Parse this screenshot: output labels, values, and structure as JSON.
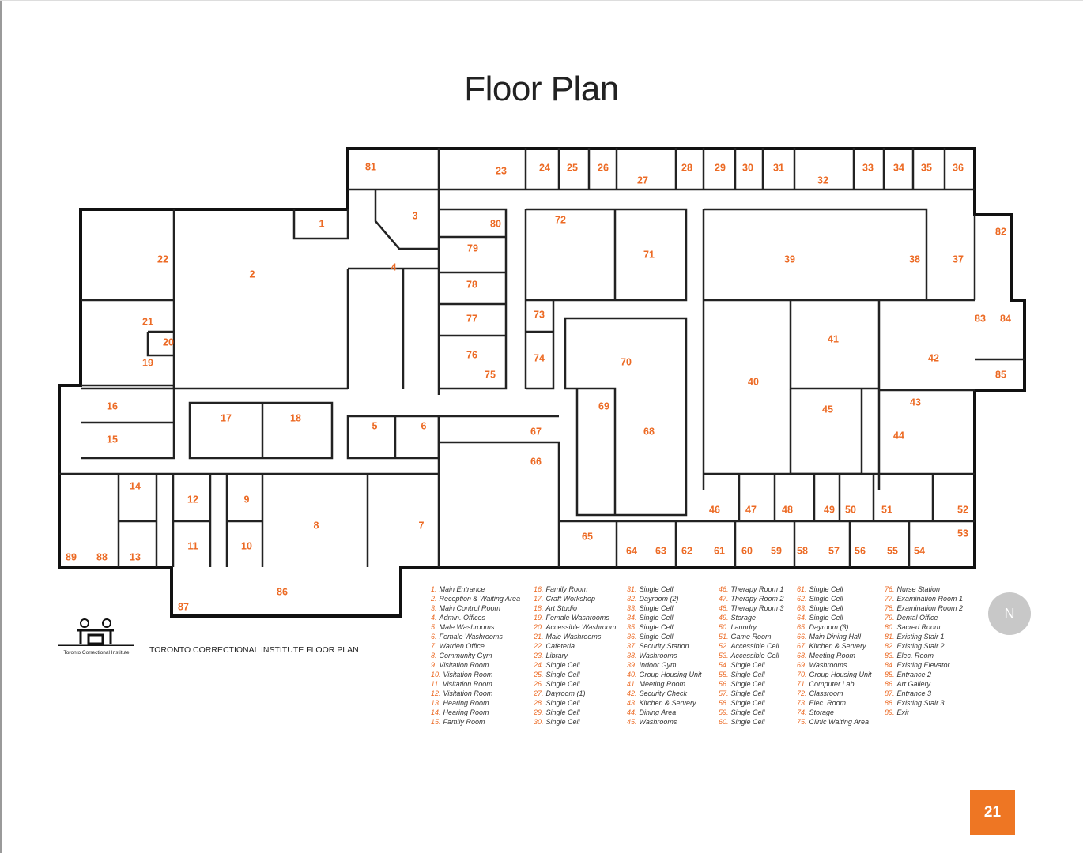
{
  "page": {
    "title": "Floor Plan",
    "page_number": "21",
    "accent": "#ee7623"
  },
  "caption": "TORONTO CORRECTIONAL INSTITUTE FLOOR PLAN",
  "logo_text": "Toronto Correctional Institute",
  "compass_label": "N",
  "legend": [
    {
      "num": "1",
      "name": "Main Entrance"
    },
    {
      "num": "2",
      "name": "Reception & Waiting Area"
    },
    {
      "num": "3",
      "name": "Main Control Room"
    },
    {
      "num": "4",
      "name": "Admin. Offices"
    },
    {
      "num": "5",
      "name": "Male Washrooms"
    },
    {
      "num": "6",
      "name": "Female Washrooms"
    },
    {
      "num": "7",
      "name": "Warden Office"
    },
    {
      "num": "8",
      "name": "Community Gym"
    },
    {
      "num": "9",
      "name": "Visitation Room"
    },
    {
      "num": "10",
      "name": "Visitation Room"
    },
    {
      "num": "11",
      "name": "Visitation Room"
    },
    {
      "num": "12",
      "name": "Visitation Room"
    },
    {
      "num": "13",
      "name": "Hearing Room"
    },
    {
      "num": "14",
      "name": "Hearing Room"
    },
    {
      "num": "15",
      "name": "Family Room"
    },
    {
      "num": "16",
      "name": "Family Room"
    },
    {
      "num": "17",
      "name": "Craft Workshop"
    },
    {
      "num": "18",
      "name": "Art Studio"
    },
    {
      "num": "19",
      "name": "Female Washrooms"
    },
    {
      "num": "20",
      "name": "Accessible Washroom"
    },
    {
      "num": "21",
      "name": "Male Washrooms"
    },
    {
      "num": "22",
      "name": "Cafeteria"
    },
    {
      "num": "23",
      "name": "Library"
    },
    {
      "num": "24",
      "name": "Single Cell"
    },
    {
      "num": "25",
      "name": "Single Cell"
    },
    {
      "num": "26",
      "name": "Single Cell"
    },
    {
      "num": "27",
      "name": "Dayroom (1)"
    },
    {
      "num": "28",
      "name": "Single Cell"
    },
    {
      "num": "29",
      "name": "Single Cell"
    },
    {
      "num": "30",
      "name": "Single Cell"
    },
    {
      "num": "31",
      "name": "Single Cell"
    },
    {
      "num": "32",
      "name": "Dayroom (2)"
    },
    {
      "num": "33",
      "name": "Single Cell"
    },
    {
      "num": "34",
      "name": "Single Cell"
    },
    {
      "num": "35",
      "name": "Single Cell"
    },
    {
      "num": "36",
      "name": "Single Cell"
    },
    {
      "num": "37",
      "name": "Security Station"
    },
    {
      "num": "38",
      "name": "Washrooms"
    },
    {
      "num": "39",
      "name": "Indoor Gym"
    },
    {
      "num": "40",
      "name": "Group Housing Unit"
    },
    {
      "num": "41",
      "name": "Meeting Room"
    },
    {
      "num": "42",
      "name": "Security Check"
    },
    {
      "num": "43",
      "name": "Kitchen & Servery"
    },
    {
      "num": "44",
      "name": "Dining Area"
    },
    {
      "num": "45",
      "name": "Washrooms"
    },
    {
      "num": "46",
      "name": "Therapy Room 1"
    },
    {
      "num": "47",
      "name": "Therapy Room 2"
    },
    {
      "num": "48",
      "name": "Therapy Room 3"
    },
    {
      "num": "49",
      "name": "Storage"
    },
    {
      "num": "50",
      "name": "Laundry"
    },
    {
      "num": "51",
      "name": "Game Room"
    },
    {
      "num": "52",
      "name": "Accessible Cell"
    },
    {
      "num": "53",
      "name": "Accessible Cell"
    },
    {
      "num": "54",
      "name": "Single Cell"
    },
    {
      "num": "55",
      "name": "Single Cell"
    },
    {
      "num": "56",
      "name": "Single Cell"
    },
    {
      "num": "57",
      "name": "Single Cell"
    },
    {
      "num": "58",
      "name": "Single Cell"
    },
    {
      "num": "59",
      "name": "Single Cell"
    },
    {
      "num": "60",
      "name": "Single Cell"
    },
    {
      "num": "61",
      "name": "Single Cell"
    },
    {
      "num": "62",
      "name": "Single Cell"
    },
    {
      "num": "63",
      "name": "Single Cell"
    },
    {
      "num": "64",
      "name": "Single Cell"
    },
    {
      "num": "65",
      "name": "Dayroom (3)"
    },
    {
      "num": "66",
      "name": "Main Dining Hall"
    },
    {
      "num": "67",
      "name": "Kitchen & Servery"
    },
    {
      "num": "68",
      "name": "Meeting Room"
    },
    {
      "num": "69",
      "name": "Washrooms"
    },
    {
      "num": "70",
      "name": "Group Housing Unit"
    },
    {
      "num": "71",
      "name": "Computer Lab"
    },
    {
      "num": "72",
      "name": "Classroom"
    },
    {
      "num": "73",
      "name": "Elec. Room"
    },
    {
      "num": "74",
      "name": "Storage"
    },
    {
      "num": "75",
      "name": "Clinic Waiting Area"
    },
    {
      "num": "76",
      "name": "Nurse Station"
    },
    {
      "num": "77",
      "name": "Examination Room 1"
    },
    {
      "num": "78",
      "name": "Examination Room 2"
    },
    {
      "num": "79",
      "name": "Dental Office"
    },
    {
      "num": "80",
      "name": "Sacred Room"
    },
    {
      "num": "81",
      "name": "Existing Stair 1"
    },
    {
      "num": "82",
      "name": "Existing Stair 2"
    },
    {
      "num": "83",
      "name": "Elec. Room"
    },
    {
      "num": "84",
      "name": "Existing Elevator"
    },
    {
      "num": "85",
      "name": "Entrance 2"
    },
    {
      "num": "86",
      "name": "Art Gallery"
    },
    {
      "num": "87",
      "name": "Entrance 3"
    },
    {
      "num": "88",
      "name": "Existing Stair 3"
    },
    {
      "num": "89",
      "name": "Exit"
    }
  ]
}
